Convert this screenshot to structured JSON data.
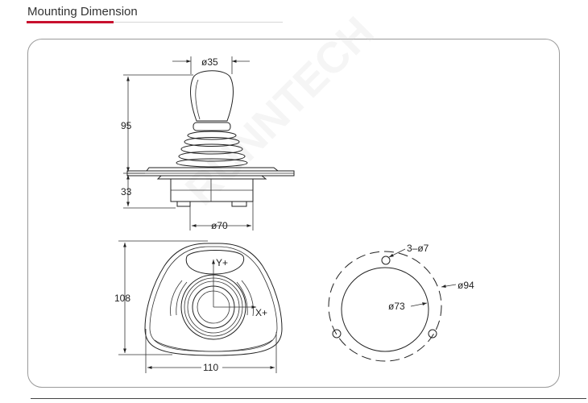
{
  "section": {
    "title": "Mounting Dimension"
  },
  "dimensions": {
    "side": {
      "knob_diameter": "ø35",
      "height_upper": "95",
      "height_lower": "33",
      "base_diameter": "ø70"
    },
    "top": {
      "height": "108",
      "width": "110",
      "y_axis": "Y+",
      "x_axis": "X+"
    },
    "mounting": {
      "holes": "3–ø7",
      "pcd": "ø94",
      "cutout": "ø73"
    }
  }
}
